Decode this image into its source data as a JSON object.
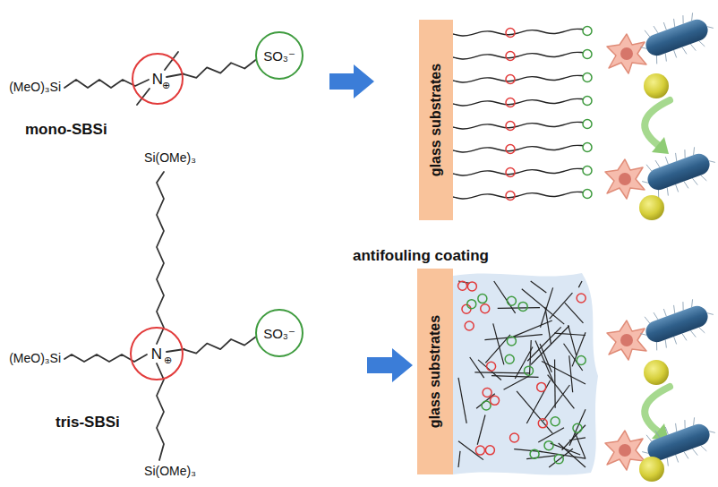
{
  "diagram": {
    "nodes": [
      {
        "text": [
          "N",
          "⊕"
        ]
      },
      {
        "text": [
          "SO₃⁻"
        ]
      },
      {
        "text": [
          "glass substrates"
        ]
      },
      {
        "text": [
          "N",
          "⊕"
        ]
      },
      {
        "text": [
          "SO₃⁻"
        ]
      },
      {
        "text": [
          "glass substrates"
        ]
      }
    ],
    "edges": [
      {
        "from": 0,
        "to": 1,
        "arrow": "none"
      },
      {
        "from": 3,
        "to": 4,
        "arrow": "none"
      }
    ],
    "labels": [
      "(MeO)₃Si",
      "mono-SBSi",
      "antifouling coating",
      "Si(OMe)₃",
      "(MeO)₃Si",
      "tris-SBSi",
      "Si(OMe)₃"
    ]
  }
}
